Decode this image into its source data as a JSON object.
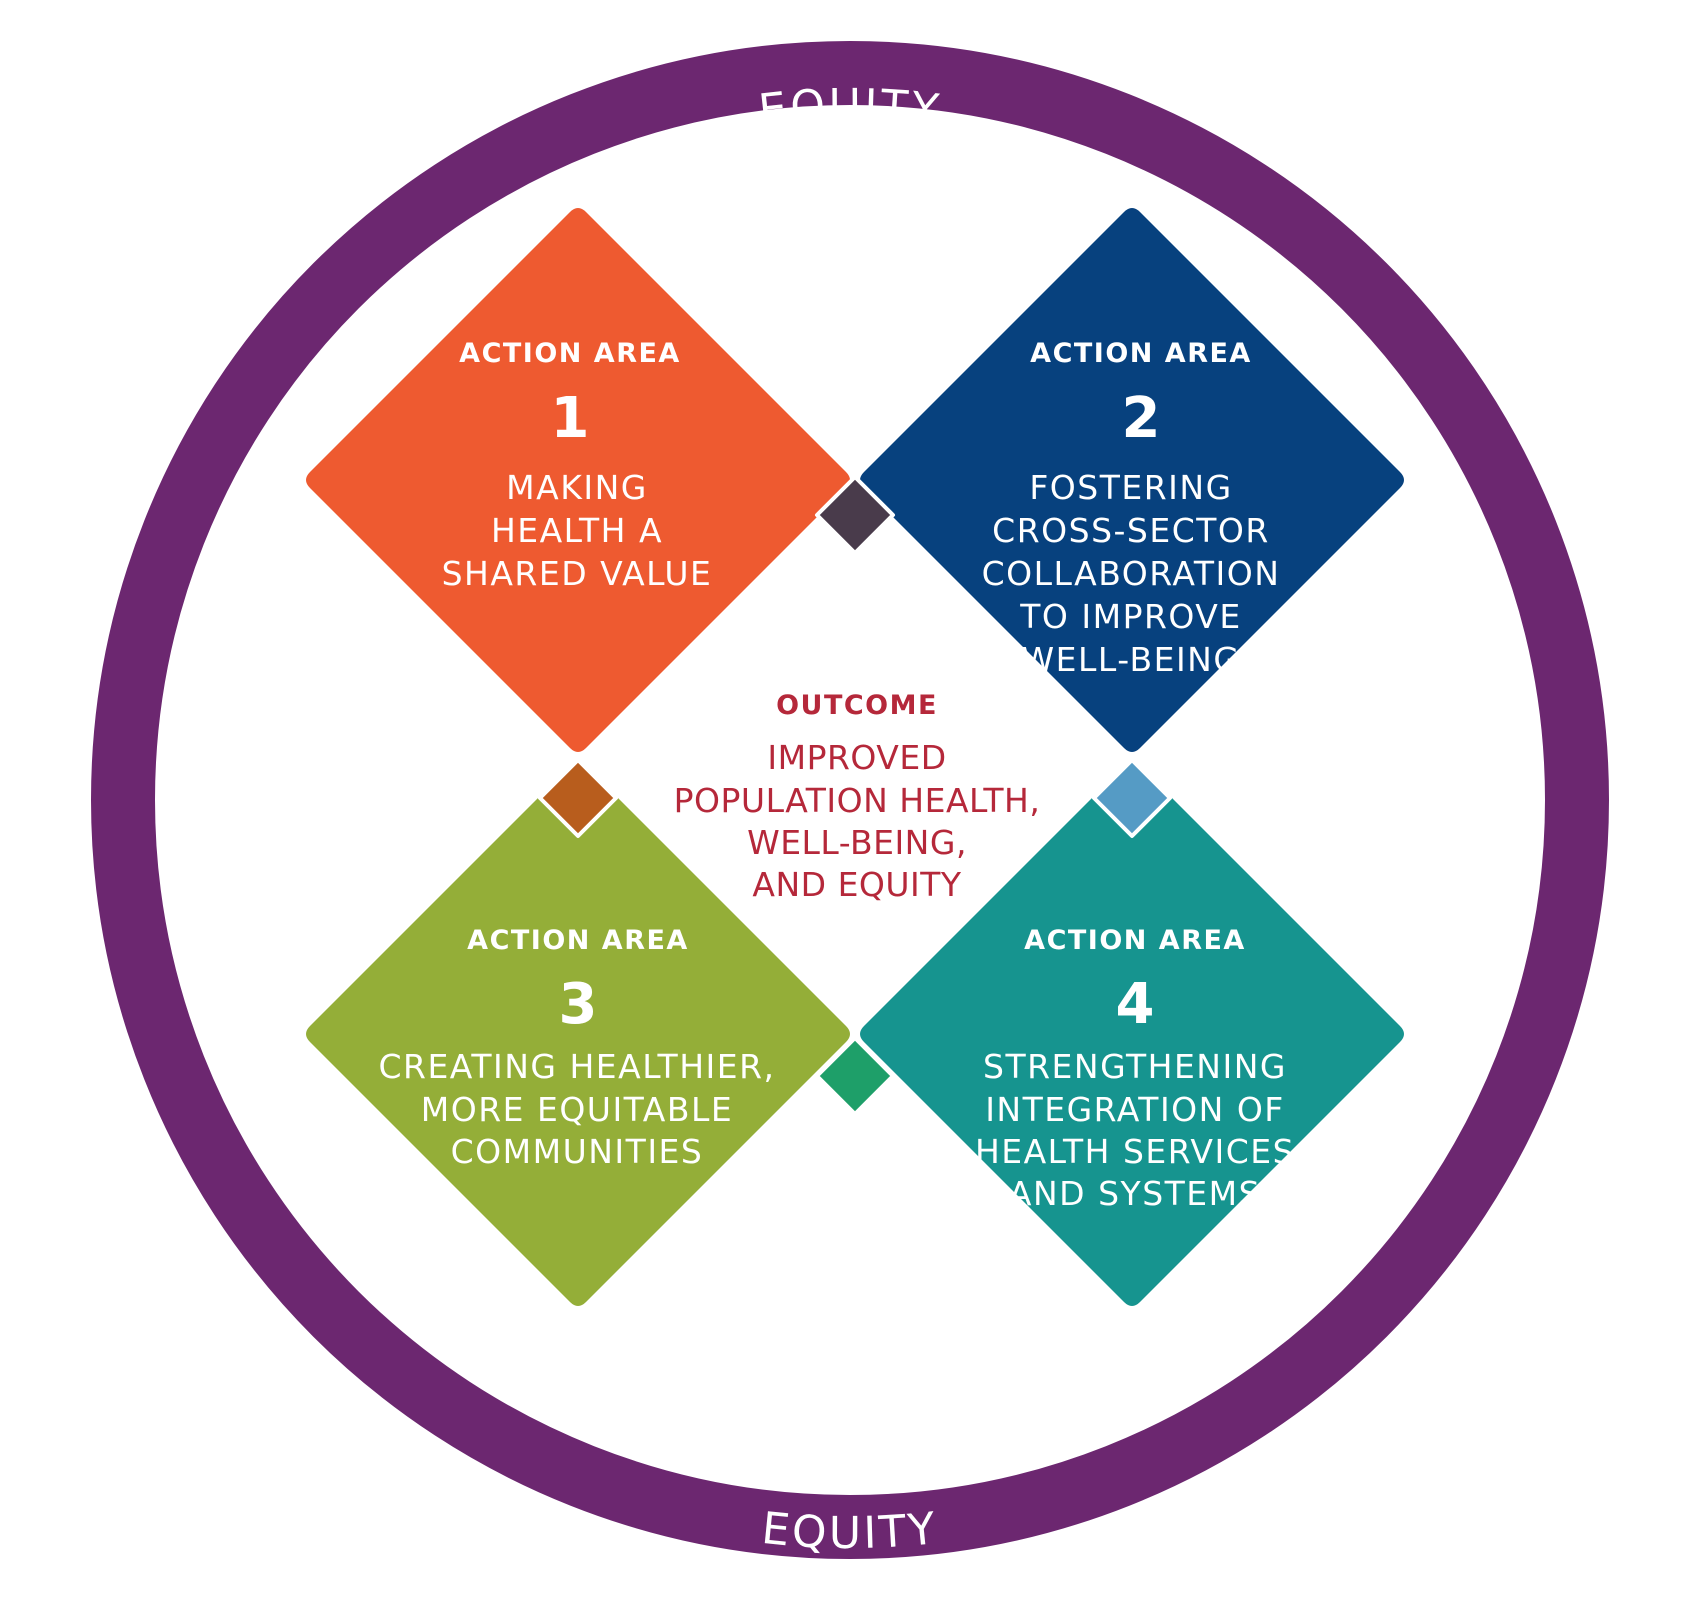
{
  "ring": {
    "label_top": "EQUITY",
    "label_bottom": "EQUITY",
    "color": "#6c2770"
  },
  "action_areas": [
    {
      "label": "ACTION AREA",
      "number": "1",
      "title_lines": [
        "MAKING",
        "HEALTH A",
        "SHARED VALUE"
      ],
      "color": "#ee5a30"
    },
    {
      "label": "ACTION AREA",
      "number": "2",
      "title_lines": [
        "FOSTERING",
        "CROSS-SECTOR",
        "COLLABORATION",
        "TO IMPROVE",
        "WELL-BEING"
      ],
      "color": "#07417e"
    },
    {
      "label": "ACTION AREA",
      "number": "3",
      "title_lines": [
        "CREATING HEALTHIER,",
        "MORE EQUITABLE",
        "COMMUNITIES"
      ],
      "color": "#94ae38"
    },
    {
      "label": "ACTION AREA",
      "number": "4",
      "title_lines": [
        "STRENGTHENING",
        "INTEGRATION OF",
        "HEALTH SERVICES",
        "AND SYSTEMS"
      ],
      "color": "#16948f"
    }
  ],
  "connectors": {
    "top": "#493b4b",
    "left": "#b85d1d",
    "right": "#559bc5",
    "bottom": "#1e9f69"
  },
  "outcome": {
    "label": "OUTCOME",
    "lines": [
      "IMPROVED",
      "POPULATION HEALTH,",
      "WELL-BEING,",
      "AND EQUITY"
    ]
  }
}
